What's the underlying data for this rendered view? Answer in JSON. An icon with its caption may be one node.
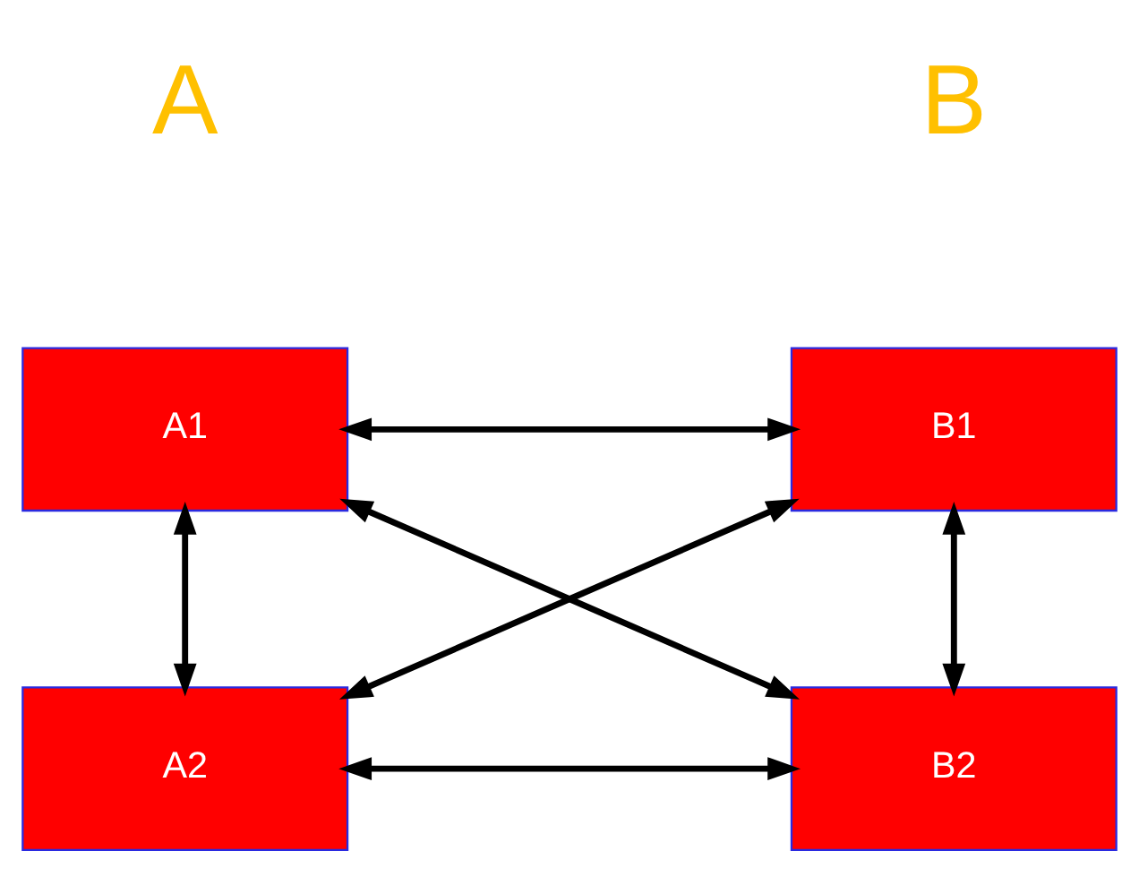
{
  "diagram": {
    "nodes": [
      {
        "text": [
          "A1"
        ]
      },
      {
        "text": [
          "B1"
        ]
      },
      {
        "text": [
          "A2"
        ]
      },
      {
        "text": [
          "B2"
        ]
      }
    ],
    "edges": [
      {
        "from": 0,
        "to": 1,
        "arrow": "both"
      },
      {
        "from": 0,
        "to": 2,
        "arrow": "both"
      },
      {
        "from": 1,
        "to": 3,
        "arrow": "both"
      },
      {
        "from": 0,
        "to": 3,
        "arrow": "both"
      },
      {
        "from": 1,
        "to": 2,
        "arrow": "both"
      },
      {
        "from": 2,
        "to": 3,
        "arrow": "both"
      }
    ],
    "labels": [
      "A",
      "B"
    ]
  }
}
